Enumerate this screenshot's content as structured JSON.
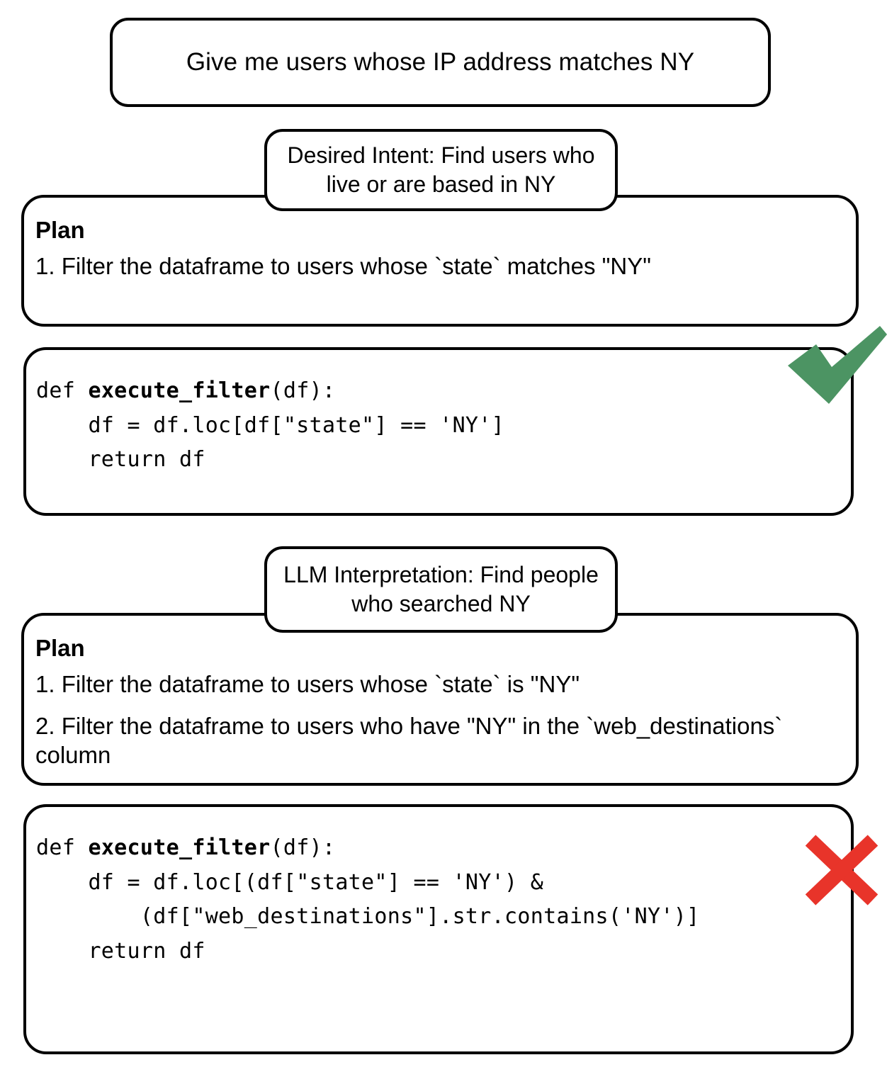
{
  "prompt": {
    "text": "Give me users whose IP address matches NY"
  },
  "desired": {
    "callout_label": "Desired Intent: Find users who live or are based in NY",
    "plan_title": "Plan",
    "plan_steps": [
      "1. Filter the dataframe to users whose `state` matches \"NY\""
    ],
    "code": "def execute_filter(df):\n    df = df.loc[df[\"state\"] == 'NY']\n    return df",
    "code_def_keyword": "def ",
    "code_func_name": "execute_filter",
    "code_rest": "(df):\n    df = df.loc[df[\"state\"] == 'NY']\n    return df",
    "status_icon": "check-icon",
    "status_color": "#4C9463"
  },
  "llm": {
    "callout_label": "LLM Interpretation: Find people who searched NY",
    "plan_title": "Plan",
    "plan_steps": [
      "1. Filter the dataframe to users whose `state` is \"NY\"",
      "2. Filter the dataframe to users who have \"NY\" in the `web_destinations` column"
    ],
    "code": "def execute_filter(df):\n    df = df.loc[(df[\"state\"] == 'NY') &\n        (df[\"web_destinations\"].str.contains('NY')]\n    return df",
    "code_def_keyword": "def ",
    "code_func_name": "execute_filter",
    "code_rest": "(df):\n    df = df.loc[(df[\"state\"] == 'NY') &\n        (df[\"web_destinations\"].str.contains('NY')]\n    return df",
    "status_icon": "cross-icon",
    "status_color": "#E8342A"
  }
}
